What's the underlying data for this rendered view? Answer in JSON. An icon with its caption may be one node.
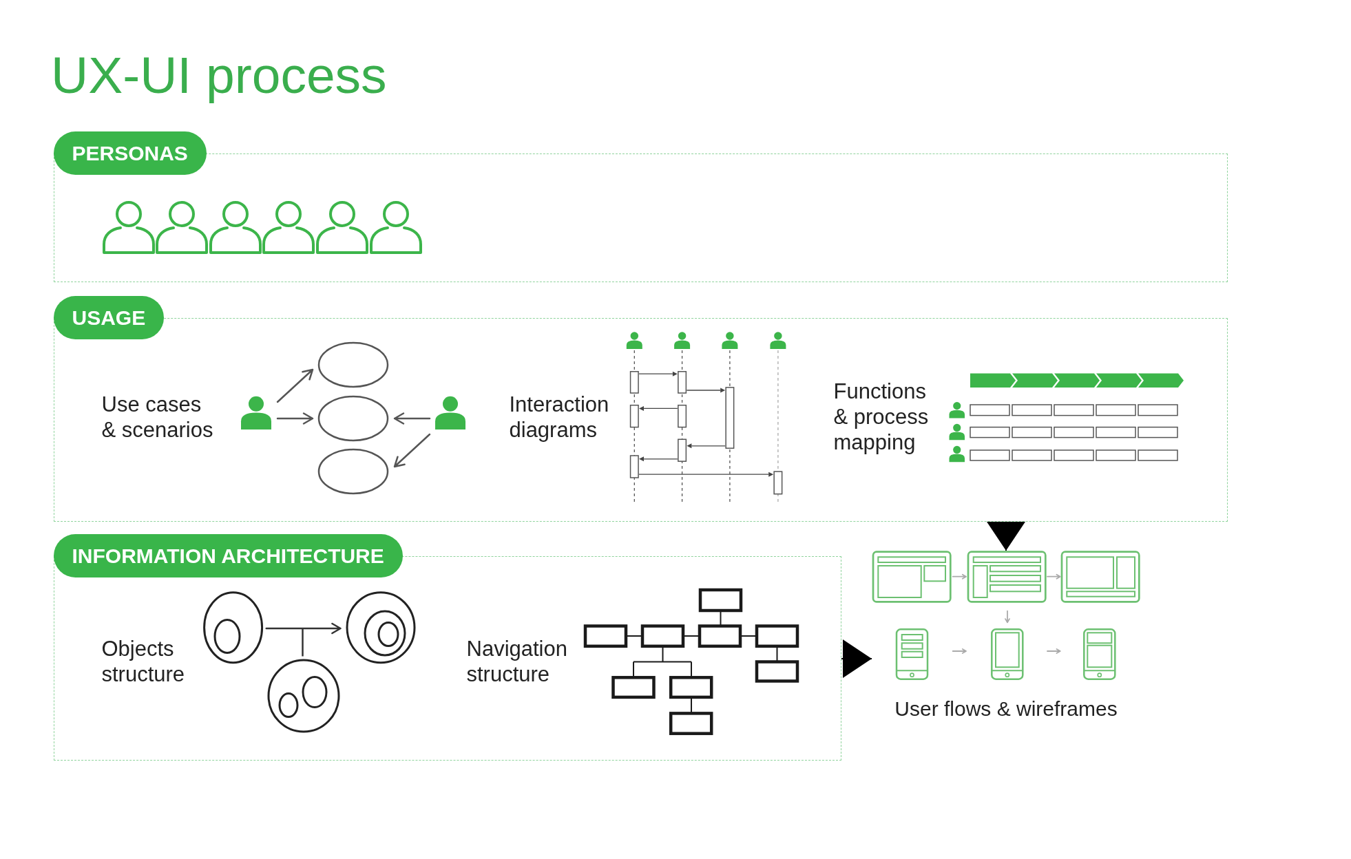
{
  "diagram": {
    "title": "UX-UI process",
    "nodes": [
      {
        "text": [
          "PERSONAS"
        ]
      },
      {
        "text": [
          "USAGE"
        ]
      },
      {
        "text": [
          "INFORMATION ARCHITECTURE"
        ]
      },
      {
        "text": [],
        "shape": "picture",
        "beside": [
          "User flows & wireframes"
        ]
      }
    ],
    "edges": [
      {
        "from": 1,
        "to": 3,
        "arrow": "to"
      },
      {
        "from": 2,
        "to": 3,
        "arrow": "to"
      }
    ],
    "labels": [
      "Use cases & scenarios",
      "Interaction diagrams",
      "Functions & process mapping",
      "Objects structure",
      "Navigation structure"
    ]
  }
}
